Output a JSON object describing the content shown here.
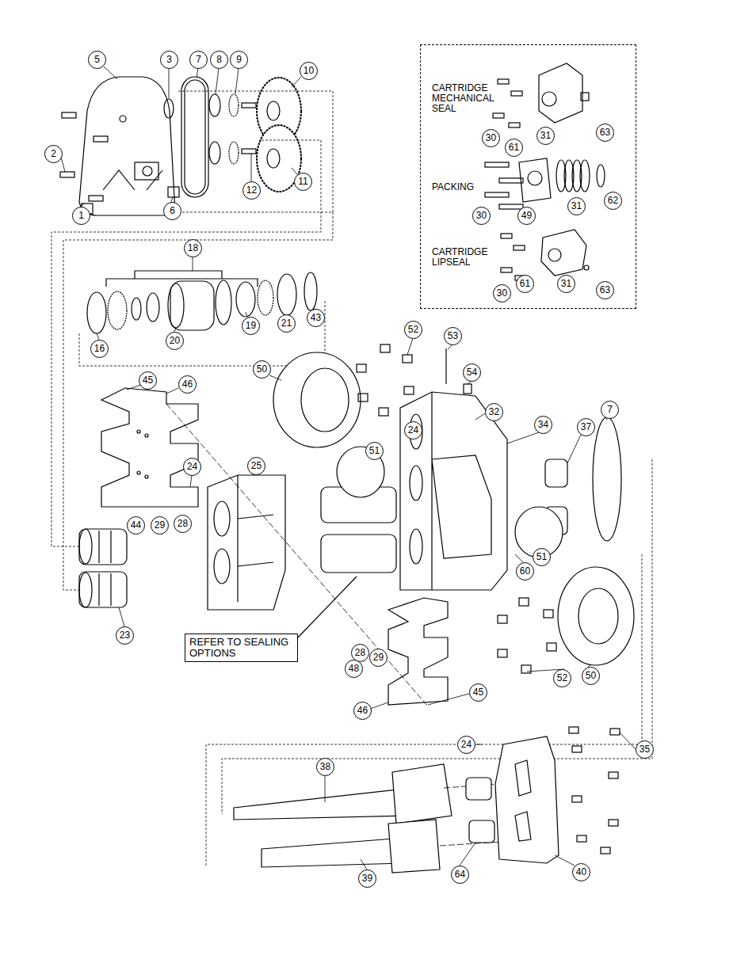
{
  "diagram": {
    "nodes": [
      {
        "text": [
          "CARTRIDGE MECHANICAL SEAL",
          "PACKING",
          "CARTRIDGE LIPSEAL"
        ]
      },
      {
        "text": [
          "REFER TO SEALING OPTIONS"
        ]
      }
    ],
    "labels": [
      "5",
      "3",
      "7",
      "8",
      "9",
      "10",
      "2",
      "1",
      "6",
      "12",
      "11",
      "30",
      "61",
      "31",
      "63",
      "30",
      "49",
      "31",
      "62",
      "30",
      "61",
      "31",
      "63",
      "18",
      "16",
      "20",
      "19",
      "21",
      "43",
      "52",
      "53",
      "50",
      "54",
      "45",
      "46",
      "32",
      "34",
      "37",
      "7",
      "24",
      "51",
      "24",
      "25",
      "44",
      "29",
      "28",
      "51",
      "60",
      "23",
      "28",
      "29",
      "48",
      "52",
      "50",
      "46",
      "45",
      "24",
      "35",
      "38",
      "39",
      "64",
      "40"
    ]
  }
}
